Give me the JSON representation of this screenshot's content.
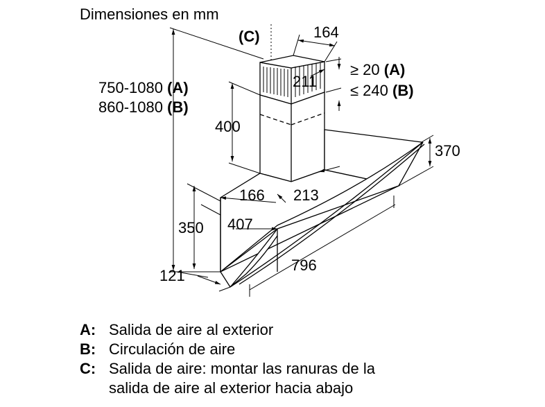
{
  "title": "Dimensiones en mm",
  "dimensions": {
    "c_label": "(C)",
    "chimney_width": "164",
    "chimney_depth": "211",
    "gap_a": "≥ 20",
    "gap_a_key": "(A)",
    "gap_b": "≤ 240",
    "gap_b_key": "(B)",
    "height_a": "750-1080",
    "height_a_key": "(A)",
    "height_b": "860-1080",
    "height_b_key": "(B)",
    "chimney_height": "400",
    "glass_height": "370",
    "base_width": "166",
    "base_depth": "213",
    "box_height": "350",
    "hood_depth": "407",
    "hood_width": "796",
    "bottom_offset": "121"
  },
  "legend": [
    {
      "key": "A:",
      "text": "Salida de aire al exterior"
    },
    {
      "key": "B:",
      "text": "Circulación de aire"
    },
    {
      "key": "C:",
      "text": "Salida de aire: montar las ranuras de la"
    },
    {
      "key": "",
      "text": "salida de aire al exterior hacia abajo"
    }
  ]
}
